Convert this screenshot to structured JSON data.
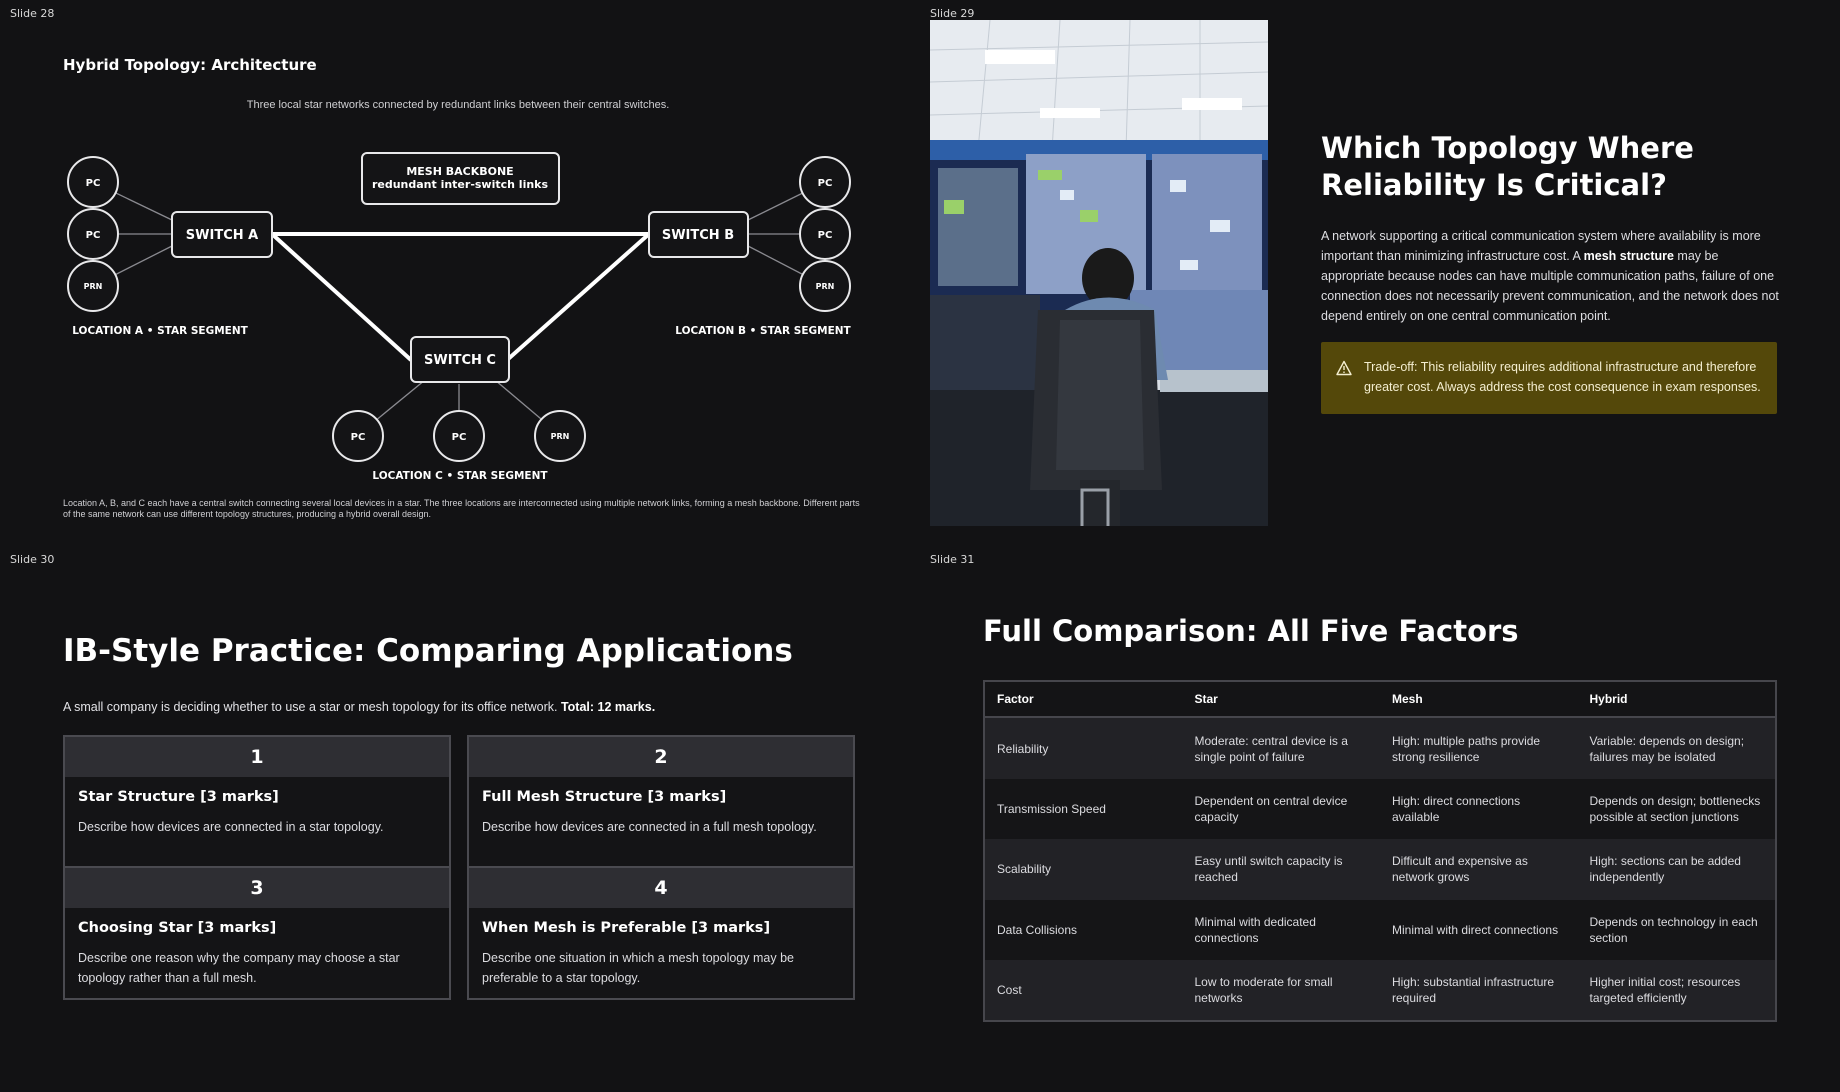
{
  "slide28": {
    "label": "Slide 28",
    "title": "Hybrid Topology: Architecture",
    "subtitle": "Three local star networks connected by redundant links between their central switches.",
    "backbone_line1": "MESH BACKBONE",
    "backbone_line2": "redundant inter-switch links",
    "switch_a": "SWITCH A",
    "switch_b": "SWITCH B",
    "switch_c": "SWITCH C",
    "node_pc": "PC",
    "node_prn": "PRN",
    "segment_a": "LOCATION A • STAR SEGMENT",
    "segment_b": "LOCATION B • STAR SEGMENT",
    "segment_c": "LOCATION C • STAR SEGMENT",
    "footnote": "Location A, B, and C each have a central switch connecting several local devices in a star. The three locations are interconnected using multiple network links, forming a mesh backbone. Different parts of the same network can use different topology structures, producing a hybrid overall design."
  },
  "slide29": {
    "label": "Slide 29",
    "title": "Which Topology Where Reliability Is Critical?",
    "body_pre": "A network supporting a critical communication system where availability is more important than minimizing infrastructure cost. A ",
    "body_bold": "mesh structure",
    "body_post": " may be appropriate because nodes can have multiple communication paths, failure of one connection does not necessarily prevent communication, and the network does not depend entirely on one central communication point.",
    "callout_icon": "warning-icon",
    "callout": "Trade-off: This reliability requires additional infrastructure and therefore greater cost. Always address the cost consequence in exam responses.",
    "callout_color": "#54480a"
  },
  "slide30": {
    "label": "Slide 30",
    "title": "IB-Style Practice: Comparing Applications",
    "intro_text": "A small company is deciding whether to use a star or mesh topology for its office network. ",
    "intro_bold": "Total: 12 marks.",
    "cards": [
      {
        "num": "1",
        "title": "Star Structure [3 marks]",
        "text": "Describe how devices are connected in a star topology."
      },
      {
        "num": "2",
        "title": "Full Mesh Structure [3 marks]",
        "text": "Describe how devices are connected in a full mesh topology."
      },
      {
        "num": "3",
        "title": "Choosing Star [3 marks]",
        "text": "Describe one reason why the company may choose a star topology rather than a full mesh."
      },
      {
        "num": "4",
        "title": "When Mesh is Preferable [3 marks]",
        "text": "Describe one situation in which a mesh topology may be preferable to a star topology."
      }
    ]
  },
  "slide31": {
    "label": "Slide 31",
    "title": "Full Comparison: All Five Factors",
    "headers": [
      "Factor",
      "Star",
      "Mesh",
      "Hybrid"
    ],
    "rows": [
      [
        "Reliability",
        "Moderate: central device is a single point of failure",
        "High: multiple paths provide strong resilience",
        "Variable: depends on design; failures may be isolated"
      ],
      [
        "Transmission Speed",
        "Dependent on central device capacity",
        "High: direct connections available",
        "Depends on design; bottlenecks possible at section junctions"
      ],
      [
        "Scalability",
        "Easy until switch capacity is reached",
        "Difficult and expensive as network grows",
        "High: sections can be added independently"
      ],
      [
        "Data Collisions",
        "Minimal with dedicated connections",
        "Minimal with direct connections",
        "Depends on technology in each section"
      ],
      [
        "Cost",
        "Low to moderate for small networks",
        "High: substantial infrastructure required",
        "Higher initial cost; resources targeted efficiently"
      ]
    ]
  }
}
